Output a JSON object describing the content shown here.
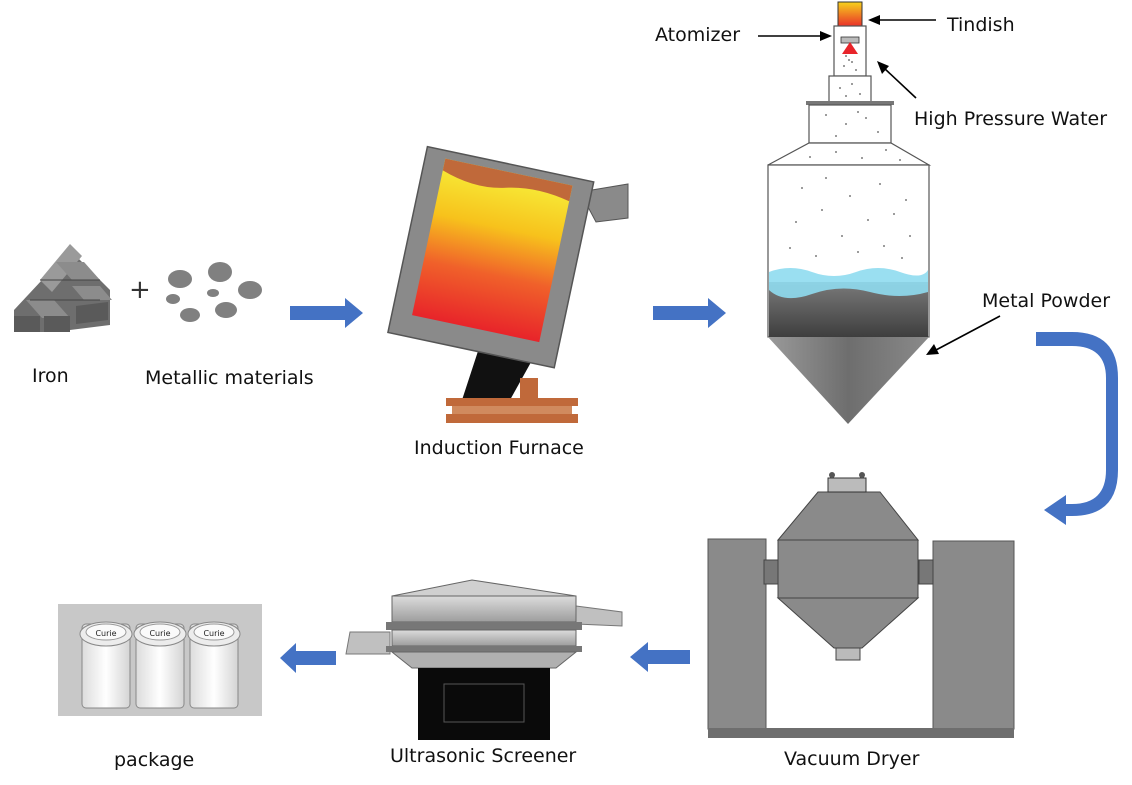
{
  "labels": {
    "iron": "Iron",
    "metallic_materials": "Metallic materials",
    "induction_furnace": "Induction Furnace",
    "atomizer": "Atomizer",
    "tindish": "Tindish",
    "high_pressure_water": "High Pressure Water",
    "metal_powder": "Metal Powder",
    "vacuum_dryer": "Vacuum Dryer",
    "ultrasonic_screener": "Ultrasonic Screener",
    "package": "package",
    "plus": "+"
  },
  "jars": [
    {
      "brand": "Curie"
    },
    {
      "brand": "Curie"
    },
    {
      "brand": "Curie"
    }
  ],
  "colors": {
    "flow_arrow": "#4472c4",
    "equipment_gray": "#8a8a8a",
    "molten_hot": "#e8242a",
    "molten_warm": "#f7e81c",
    "copper": "#c0693a",
    "water": "#8fdcf0"
  }
}
